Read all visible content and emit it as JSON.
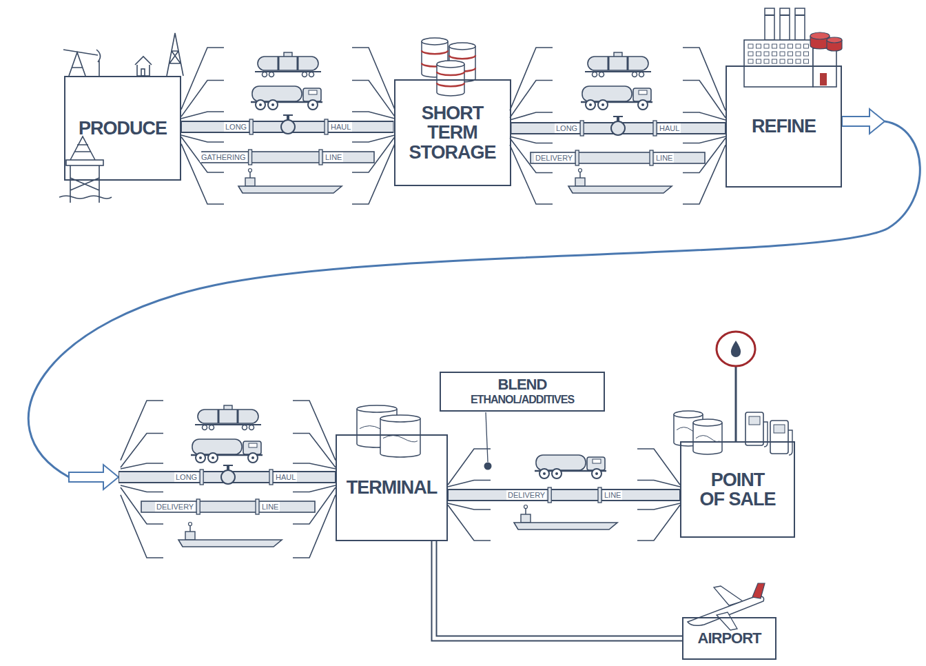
{
  "diagram": {
    "nodes": [
      {
        "text": [
          "PRODUCE"
        ]
      },
      {
        "text": [
          "SHORT TERM STORAGE"
        ]
      },
      {
        "text": [
          "REFINE"
        ]
      },
      {
        "text": [
          "TERMINAL"
        ]
      },
      {
        "text": [
          "BLEND",
          "ETHANOL/ADDITIVES"
        ]
      },
      {
        "text": [
          "POINT OF SALE"
        ]
      },
      {
        "text": [
          "AIRPORT"
        ]
      }
    ],
    "edges": [
      {
        "from": 0,
        "to": 1,
        "arrow": "none"
      },
      {
        "from": 1,
        "to": 2,
        "arrow": "none"
      },
      {
        "from": 2,
        "to": 3,
        "arrow": "to"
      },
      {
        "from": 3,
        "to": 5,
        "arrow": "none"
      },
      {
        "from": 3,
        "to": 6,
        "arrow": "none"
      }
    ],
    "labels": [
      "LONG",
      "HAUL",
      "GATHERING",
      "LINE",
      "LONG",
      "HAUL",
      "DELIVERY",
      "LINE",
      "LONG",
      "HAUL",
      "DELIVERY",
      "LINE",
      "DELIVERY",
      "LINE"
    ]
  }
}
